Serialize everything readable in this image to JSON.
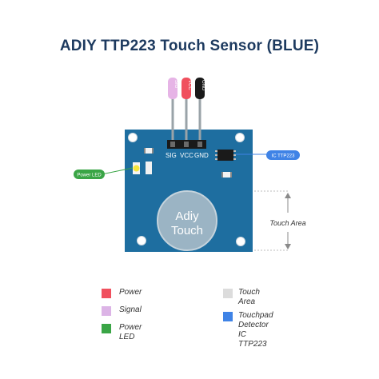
{
  "title": "ADIY TTP223 Touch Sensor (BLUE)",
  "wires": [
    {
      "label": "SIG",
      "color": "#e6b4e6"
    },
    {
      "label": "VCC",
      "color": "#f0505e"
    },
    {
      "label": "GND",
      "color": "#1a1a1a"
    }
  ],
  "pins": [
    "SIG",
    "VCC",
    "GND"
  ],
  "callouts": {
    "power_led": "Power LED",
    "ic": "IC TTP223",
    "touch_area": "Touch Area"
  },
  "touch_pad": {
    "line1": "Adiy",
    "line2": "Touch"
  },
  "legend": [
    {
      "id": "power",
      "label": "Power",
      "color": "#f0505e"
    },
    {
      "id": "signal",
      "label": "Signal",
      "color": "#dcb4e6"
    },
    {
      "id": "power-led",
      "label": "Power LED",
      "color": "#3aa546"
    },
    {
      "id": "touch-area",
      "label": "Touch Area",
      "color": "#dcdcdc"
    },
    {
      "id": "ic",
      "label": "Touchpad Detector IC\nTTP223",
      "color": "#3f83e6"
    }
  ],
  "colors": {
    "board": "#1e6ea0",
    "power_led_callout": "#3aa546",
    "ic_callout": "#3f83e6"
  }
}
